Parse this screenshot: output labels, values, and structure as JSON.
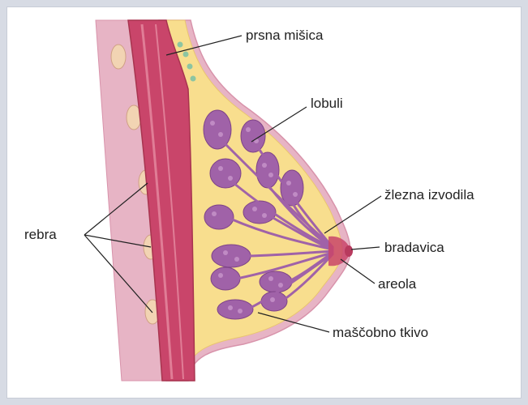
{
  "diagram": {
    "labels": {
      "prsna_misica": "prsna mišica",
      "lobuli": "lobuli",
      "zlezna_izvodila": "žlezna izvodila",
      "rebra": "rebra",
      "bradavica": "bradavica",
      "areola": "areola",
      "mascobno_tkivo": "maščobno tkivo"
    },
    "colors": {
      "muscle": "#c9456a",
      "muscle_light": "#e07d96",
      "skin": "#e7b4c5",
      "fat": "#f8de8e",
      "lobule": "#a062a8",
      "lobule_light": "#c08bc4",
      "rib": "#f2d4b3",
      "outline": "#d893ab"
    }
  }
}
